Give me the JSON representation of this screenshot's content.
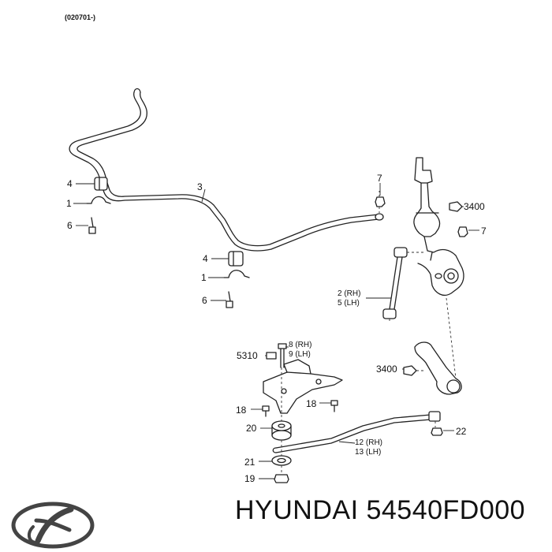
{
  "header": {
    "code": "(020701-)"
  },
  "callouts": {
    "c4a": "4",
    "c1a": "1",
    "c6a": "6",
    "c3": "3",
    "c4b": "4",
    "c1b": "1",
    "c6b": "6",
    "c7a": "7",
    "c3400a": "3400",
    "c7b": "7",
    "c2rh": "2 (RH)",
    "c5lh": "5 (LH)",
    "c5310": "5310",
    "c8rh": "8 (RH)",
    "c9lh": "9 (LH)",
    "c3400b": "3400",
    "c18a": "18",
    "c18b": "18",
    "c20": "20",
    "c12rh": "12 (RH)",
    "c13lh": "13 (LH)",
    "c22": "22",
    "c21": "21",
    "c19": "19"
  },
  "footer": {
    "brand": "HYUNDAI",
    "part_number": "54540FD000"
  },
  "icons": {
    "logo": "hyundai-logo-icon"
  }
}
